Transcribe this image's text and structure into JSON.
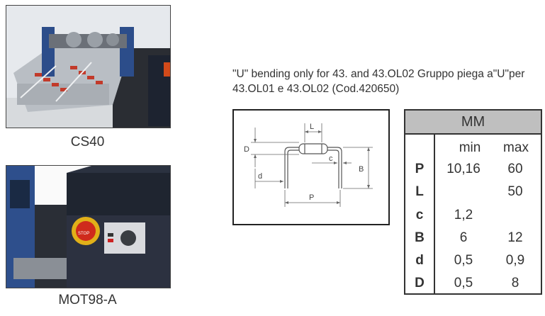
{
  "products": [
    {
      "caption": "CS40"
    },
    {
      "caption": "MOT98-A"
    }
  ],
  "panel_labels": {
    "stop": "STOP"
  },
  "description": "\"U\" bending only for 43. and 43.OL02 Gruppo piega a\"U\"per 43.OL01 e 43.OL02 (Cod.420650)",
  "drawing_labels": {
    "L": "L",
    "D": "D",
    "c": "c",
    "B": "B",
    "d": "d",
    "P": "P"
  },
  "specs": {
    "unit": "MM",
    "col_min": "min",
    "col_max": "max",
    "rows": [
      {
        "symbol": "P",
        "min": "10,16",
        "max": "60"
      },
      {
        "symbol": "L",
        "min": "",
        "max": "50"
      },
      {
        "symbol": "c",
        "min": "1,2",
        "max": ""
      },
      {
        "symbol": "B",
        "min": "6",
        "max": "12"
      },
      {
        "symbol": "d",
        "min": "0,5",
        "max": "0,9"
      },
      {
        "symbol": "D",
        "min": "0,5",
        "max": "8"
      }
    ]
  }
}
